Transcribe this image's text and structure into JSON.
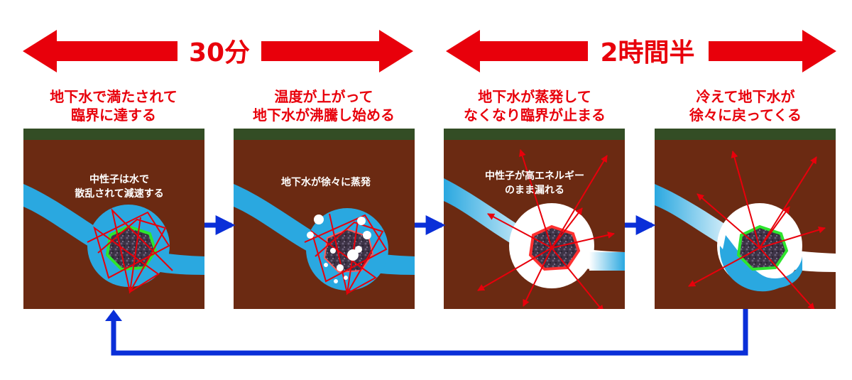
{
  "timeline": {
    "left_label": "30分",
    "right_label": "2時間半"
  },
  "panels": [
    {
      "title_lines": [
        "地下水で満たされて",
        "臨界に達する"
      ],
      "caption_lines": [
        "中性子は水で",
        "散乱されて減速する"
      ]
    },
    {
      "title_lines": [
        "温度が上がって",
        "地下水が沸騰し始める"
      ],
      "caption_lines": [
        "地下水が徐々に蒸発"
      ]
    },
    {
      "title_lines": [
        "地下水が蒸発して",
        "なくなり臨界が止まる"
      ],
      "caption_lines": [
        "中性子が高エネルギー",
        "のまま漏れる"
      ]
    },
    {
      "title_lines": [
        "冷えて地下水が",
        "徐々に戻ってくる"
      ],
      "caption_lines": []
    }
  ],
  "colors": {
    "red": "#e8000b",
    "blue": "#0a2fd8",
    "soil": "#6b2a12",
    "grass": "#334d25",
    "water": "#2aa8e0",
    "rock_glow_green": "#2ee52e",
    "rock_glow_red": "#ff3030"
  }
}
